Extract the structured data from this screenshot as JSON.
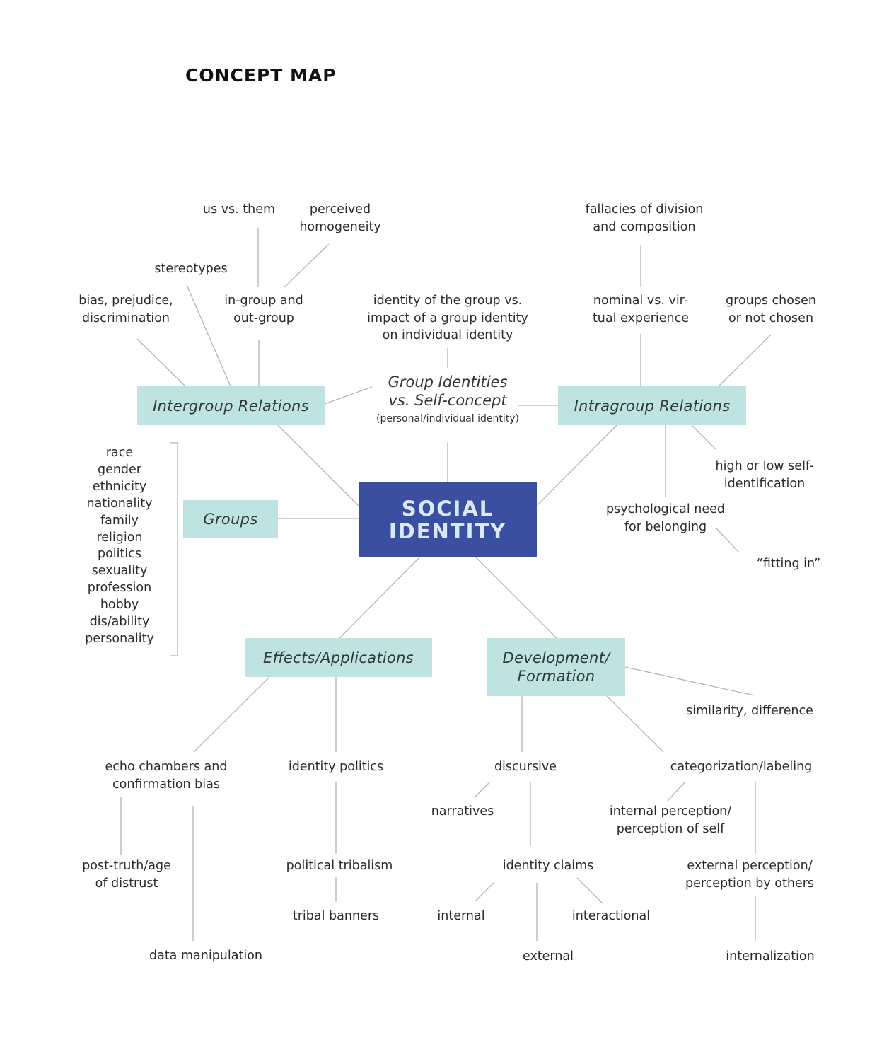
{
  "page_title": "CONCEPT MAP",
  "center": {
    "line1": "SOCIAL",
    "line2": "IDENTITY"
  },
  "boxes": {
    "intergroup": "Intergroup Relations",
    "intragroup": "Intragroup Relations",
    "groups": "Groups",
    "effects": "Effects/Applications",
    "development_line1": "Development/",
    "development_line2": "Formation"
  },
  "group_identities": {
    "line1": "Group Identities",
    "line2": "vs. Self-concept",
    "note": "(personal/individual identity)"
  },
  "intergroup_terms": {
    "us_vs_them": "us vs. them",
    "perceived_homogeneity": [
      "perceived",
      "homogeneity"
    ],
    "stereotypes": "stereotypes",
    "bias": [
      "bias, prejudice,",
      "discrimination"
    ],
    "in_group": [
      "in-group and",
      "out-group"
    ]
  },
  "group_identity_terms": {
    "identity_of_group": [
      "identity of the group vs.",
      "impact of a group identity",
      "on individual identity"
    ]
  },
  "intragroup_terms": {
    "fallacies": [
      "fallacies of division",
      "and composition"
    ],
    "nominal": [
      "nominal vs. vir-",
      "tual experience"
    ],
    "chosen": [
      "groups chosen",
      "or not chosen"
    ],
    "self_identification": [
      "high or low self-",
      "identification"
    ],
    "psych_need": [
      "psychological need",
      "for belonging"
    ],
    "fitting_in": "“fitting in”"
  },
  "groups_list": [
    "race",
    "gender",
    "ethnicity",
    "nationality",
    "family",
    "religion",
    "politics",
    "sexuality",
    "profession",
    "hobby",
    "dis/ability",
    "personality"
  ],
  "effects_terms": {
    "echo": [
      "echo chambers and",
      "confirmation bias"
    ],
    "identity_politics": "identity politics",
    "post_truth": [
      "post-truth/age",
      "of distrust"
    ],
    "political_tribalism": "political tribalism",
    "tribal_banners": "tribal banners",
    "data_manipulation": "data manipulation"
  },
  "development_terms": {
    "similarity": "similarity, difference",
    "discursive": "discursive",
    "categorization": "categorization/labeling",
    "narratives": "narratives",
    "internal_perception": [
      "internal perception/",
      "perception of self"
    ],
    "identity_claims": "identity claims",
    "external_perception": [
      "external perception/",
      "perception by others"
    ],
    "internal": "internal",
    "interactional": "interactional",
    "external": "external",
    "internalization": "internalization"
  },
  "colors": {
    "box_fill": "#bfe3e1",
    "center_fill": "#3a4f9f",
    "center_text": "#d9e9f7",
    "connector": "#b3b3b3"
  }
}
